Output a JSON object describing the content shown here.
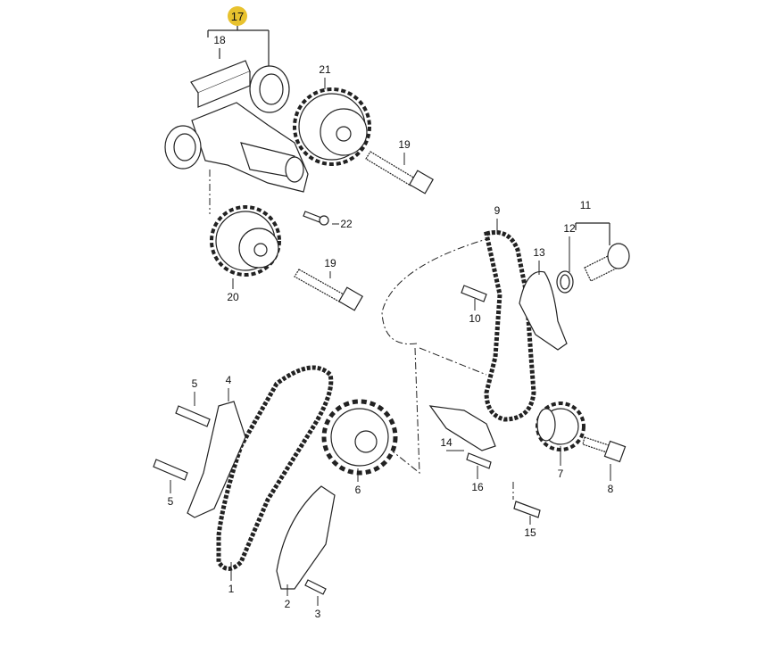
{
  "title": "Timing chain exploded parts diagram",
  "highlight_color": "#E8C22E",
  "callouts": [
    {
      "id": "c17",
      "text": "17",
      "highlighted": true
    },
    {
      "id": "c18",
      "text": "18"
    },
    {
      "id": "c21",
      "text": "21"
    },
    {
      "id": "c19a",
      "text": "19"
    },
    {
      "id": "c22",
      "text": "22"
    },
    {
      "id": "c19b",
      "text": "19"
    },
    {
      "id": "c20",
      "text": "20"
    },
    {
      "id": "c9",
      "text": "9"
    },
    {
      "id": "c11",
      "text": "11"
    },
    {
      "id": "c12",
      "text": "12"
    },
    {
      "id": "c13",
      "text": "13"
    },
    {
      "id": "c10",
      "text": "10"
    },
    {
      "id": "c5a",
      "text": "5"
    },
    {
      "id": "c4",
      "text": "4"
    },
    {
      "id": "c5b",
      "text": "5"
    },
    {
      "id": "c6",
      "text": "6"
    },
    {
      "id": "c14",
      "text": "14"
    },
    {
      "id": "c16",
      "text": "16"
    },
    {
      "id": "c7",
      "text": "7"
    },
    {
      "id": "c8",
      "text": "8"
    },
    {
      "id": "c15",
      "text": "15"
    },
    {
      "id": "c1",
      "text": "1"
    },
    {
      "id": "c2",
      "text": "2"
    },
    {
      "id": "c3",
      "text": "3"
    }
  ]
}
